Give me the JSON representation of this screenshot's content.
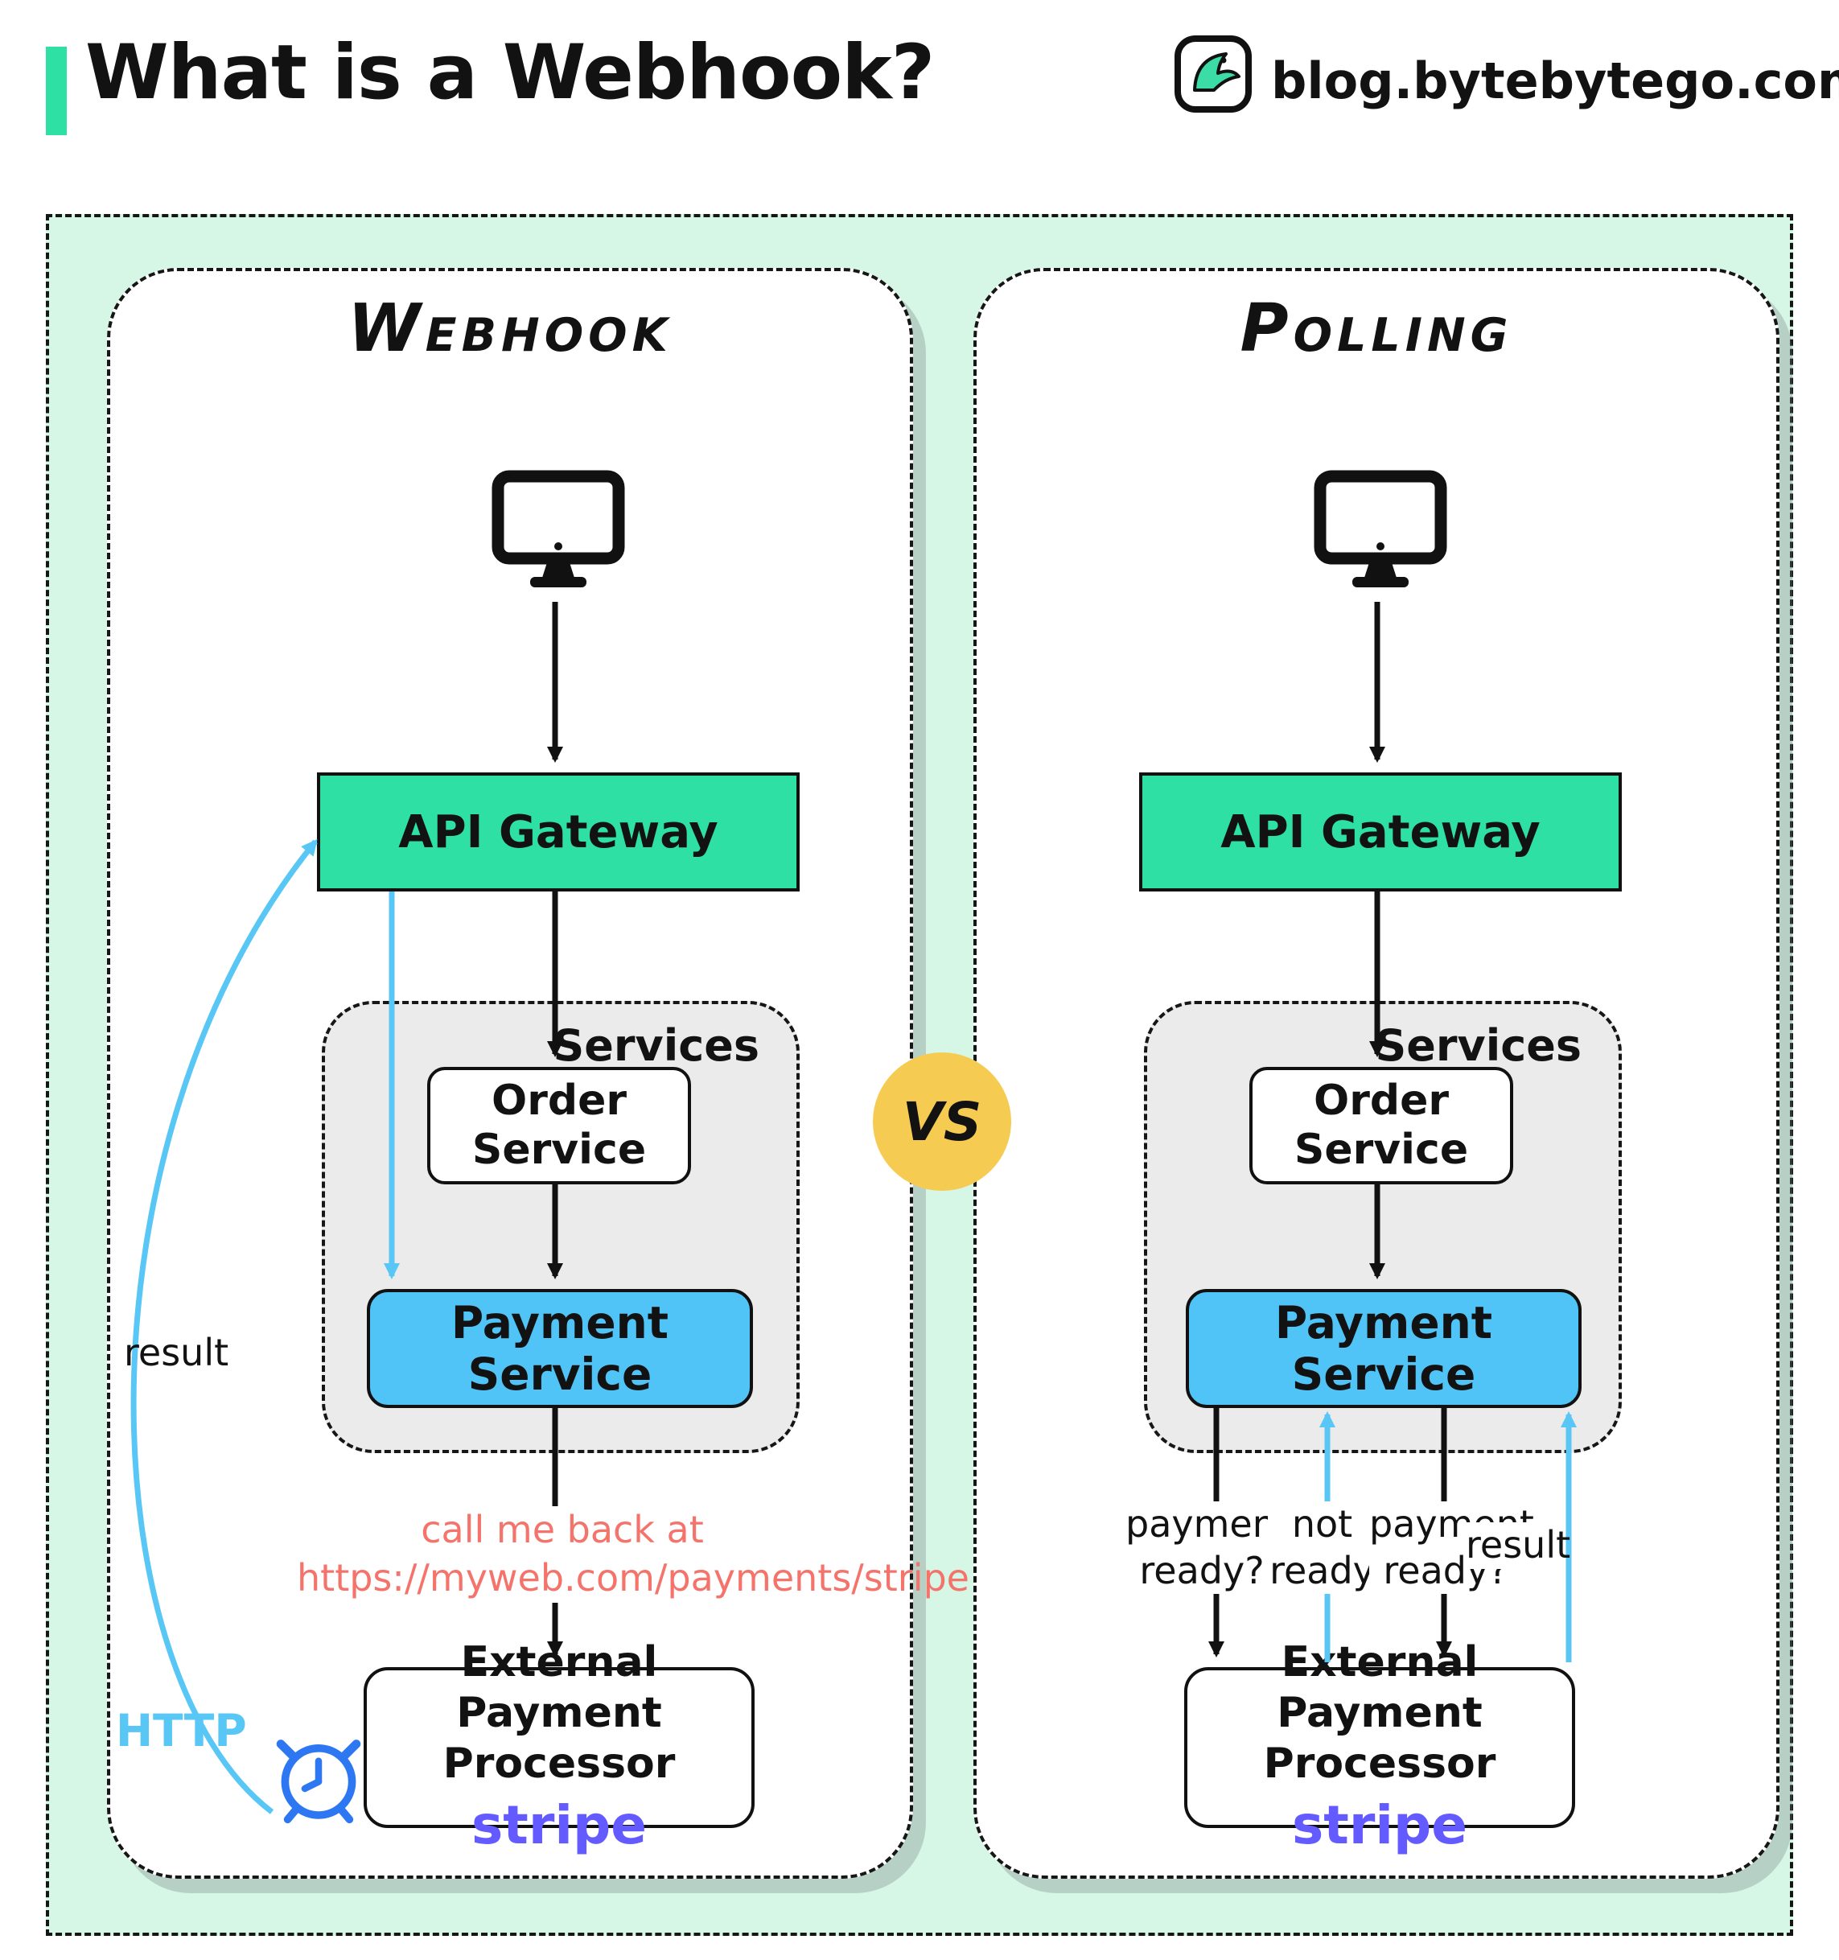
{
  "header": {
    "title": "What is a Webhook?",
    "site": "blog.bytebytego.com"
  },
  "vs_badge": "VS",
  "webhook_panel": {
    "title": "Webhook",
    "api_gateway": "API Gateway",
    "services_label": "Services",
    "order_service": "Order Service",
    "payment_service": "Payment Service",
    "external_processor": [
      "External",
      "Payment Processor"
    ],
    "stripe_logo": "stripe",
    "callback_note": [
      "call me back at",
      "https://myweb.com/payments/stripe"
    ],
    "result_label": "result",
    "http_label": "HTTP"
  },
  "polling_panel": {
    "title": "Polling",
    "api_gateway": "API Gateway",
    "services_label": "Services",
    "order_service": "Order Service",
    "payment_service": "Payment Service",
    "external_processor": [
      "External",
      "Payment Processor"
    ],
    "stripe_logo": "stripe",
    "flow_labels": [
      "payment ready?",
      "not ready",
      "payment ready?",
      "result"
    ]
  },
  "colors": {
    "mint_background": "#d6f7e5",
    "teal_accent": "#2ee0a4",
    "payment_blue": "#50c4f6",
    "arrow_blue": "#58c7f5",
    "vs_yellow": "#f6cb52",
    "callback_salmon": "#f4746c",
    "stripe_purple": "#635bff",
    "clock_blue": "#2e77f3"
  }
}
